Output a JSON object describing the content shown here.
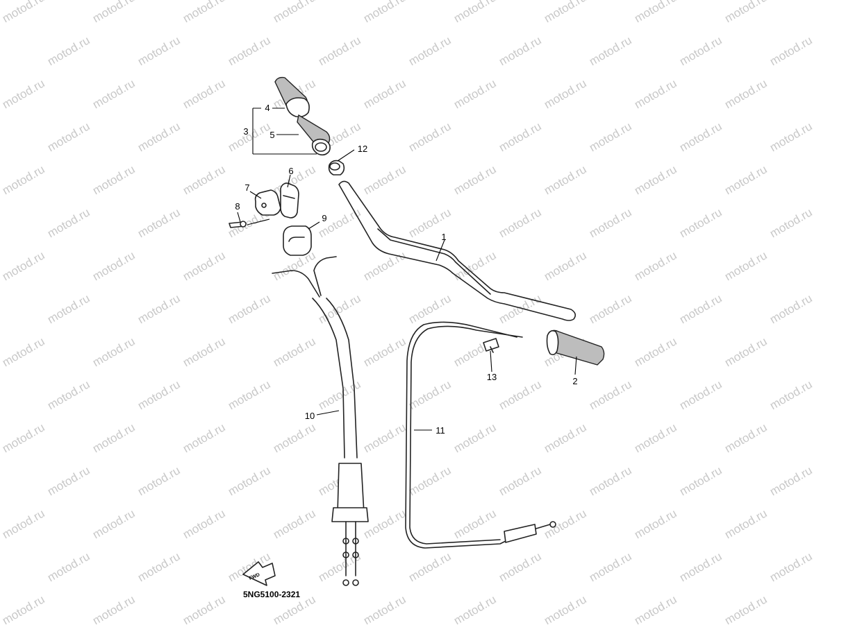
{
  "watermark": "motod.ru",
  "diagram_code": "5NG5100-2321",
  "fwd_label": "FWD",
  "callouts": {
    "c1": "1",
    "c2": "2",
    "c3": "3",
    "c4": "4",
    "c5": "5",
    "c6": "6",
    "c7": "7",
    "c8": "8",
    "c9": "9",
    "c10": "10",
    "c11": "11",
    "c12": "12",
    "c13": "13"
  }
}
